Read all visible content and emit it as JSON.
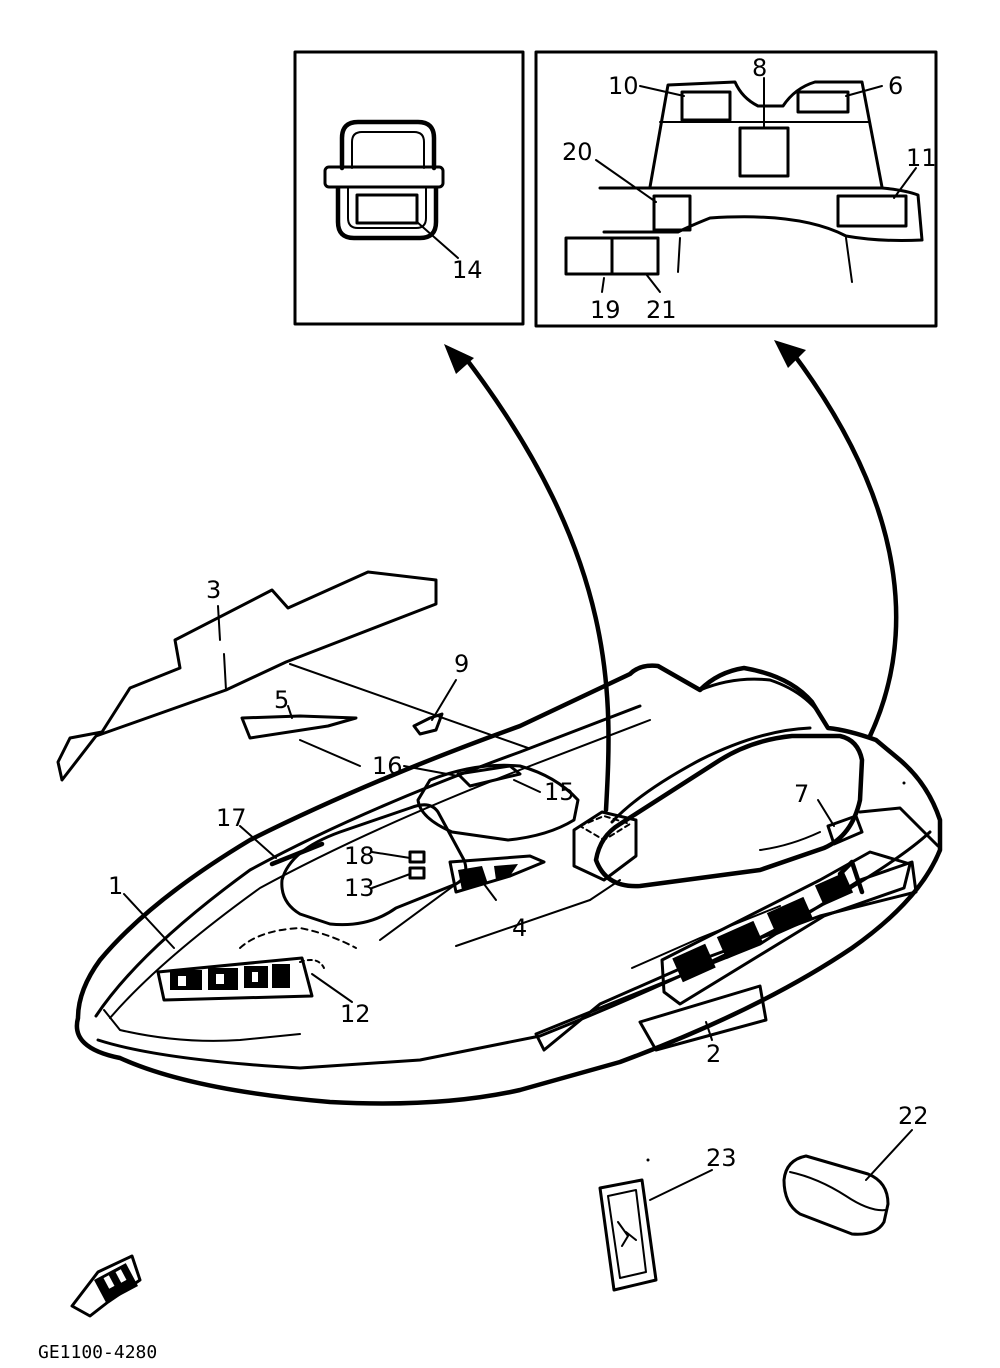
{
  "callouts": {
    "c1": "1",
    "c2": "2",
    "c3": "3",
    "c4": "4",
    "c5": "5",
    "c6": "6",
    "c7": "7",
    "c8": "8",
    "c9": "9",
    "c10": "10",
    "c11": "11",
    "c12": "12",
    "c13": "13",
    "c14": "14",
    "c15": "15",
    "c16": "16",
    "c17": "17",
    "c18": "18",
    "c19": "19",
    "c20": "20",
    "c21": "21",
    "c22": "22",
    "c23": "23"
  },
  "figure_code": "GE1100-4280",
  "colors": {
    "ink": "#000000",
    "paper": "#ffffff"
  }
}
